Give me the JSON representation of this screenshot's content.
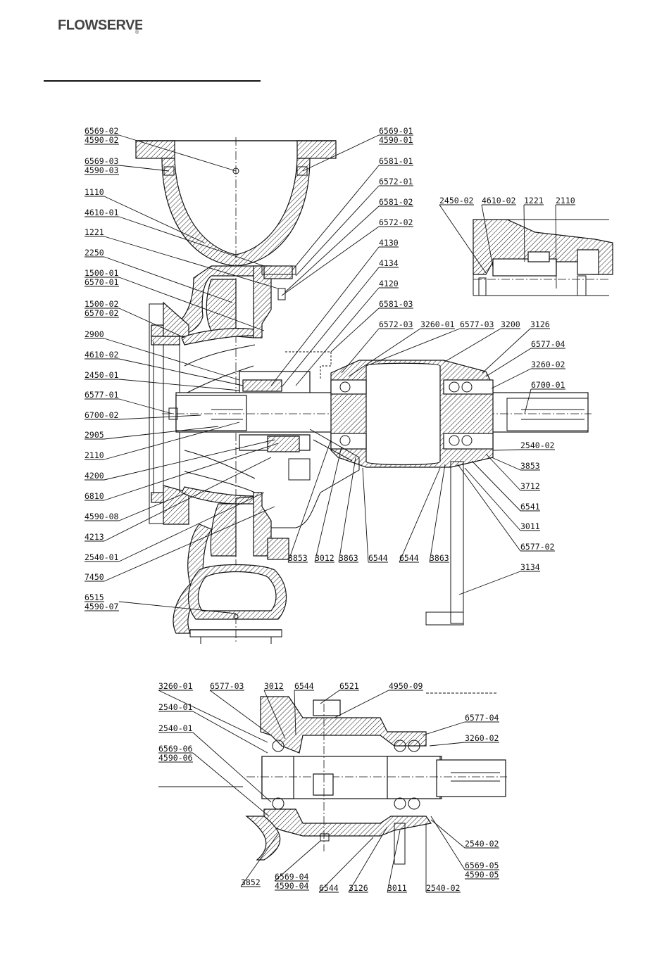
{
  "header": {
    "brand": "FLOWSERVE",
    "brand_mark": "®"
  },
  "main_section": {
    "left_labels": [
      [
        "6569-02",
        "4590-02"
      ],
      [
        "6569-03",
        "4590-03"
      ],
      [
        "1110"
      ],
      [
        "4610-01"
      ],
      [
        "1221"
      ],
      [
        "2250"
      ],
      [
        "1500-01",
        "6570-01"
      ],
      [
        "1500-02",
        "6570-02"
      ],
      [
        "2900"
      ],
      [
        "4610-02"
      ],
      [
        "2450-01"
      ],
      [
        "6577-01"
      ],
      [
        "6700-02"
      ],
      [
        "2905"
      ],
      [
        "2110"
      ],
      [
        "4200"
      ],
      [
        "6810"
      ],
      [
        "4590-08"
      ],
      [
        "4213"
      ],
      [
        "2540-01"
      ],
      [
        "7450"
      ],
      [
        "6515",
        "4590-07"
      ]
    ],
    "right_labels": [
      [
        "6569-01",
        "4590-01"
      ],
      [
        "6581-01"
      ],
      [
        "6572-01"
      ],
      [
        "6581-02"
      ],
      [
        "6572-02"
      ],
      [
        "4130"
      ],
      [
        "4134"
      ],
      [
        "4120"
      ],
      [
        "6581-03"
      ]
    ],
    "top_row_labels": [
      "6572-03",
      "3260-01",
      "6577-03",
      "3200",
      "3126"
    ],
    "right_column_labels": [
      "6577-04",
      "3260-02",
      "6700-01"
    ],
    "right_lower_labels": [
      "2540-02",
      "3853",
      "3712",
      "6541",
      "3011",
      "6577-02",
      "3134"
    ],
    "bottom_row_labels": [
      "3853",
      "3012",
      "3863",
      "6544",
      "6544",
      "3863"
    ],
    "detail_labels": [
      "2450-02",
      "4610-02",
      "1221",
      "2110"
    ]
  },
  "bearing_section": {
    "top_labels": [
      "3260-01",
      "6577-03",
      "3012",
      "6544",
      "6521",
      "4950-09"
    ],
    "left_labels": [
      [
        "2540-01"
      ],
      [
        "2540-01"
      ],
      [
        "6569-06",
        "4590-06"
      ]
    ],
    "right_labels": [
      [
        "6577-04"
      ],
      [
        "3260-02"
      ],
      [
        "2540-02"
      ],
      [
        "6569-05",
        "4590-05"
      ]
    ],
    "bottom_labels": [
      [
        "3852"
      ],
      [
        "6569-04",
        "4590-04"
      ],
      [
        "6544"
      ],
      [
        "3126"
      ],
      [
        "3011"
      ],
      [
        "2540-02"
      ]
    ]
  }
}
